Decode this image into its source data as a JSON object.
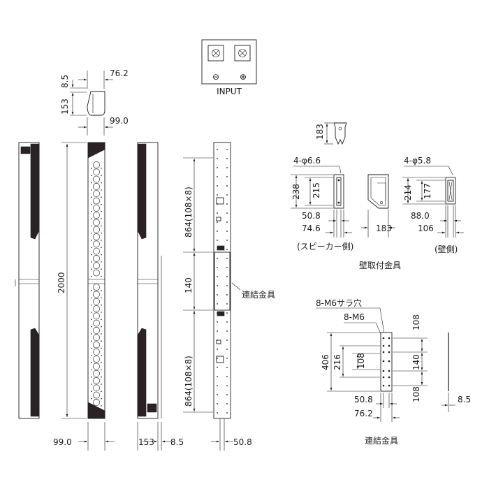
{
  "input_panel": {
    "title": "INPUT",
    "minus": "⊖",
    "plus": "⊕"
  },
  "cap_detail": {
    "top_offset": "8.5",
    "top_width": "76.2",
    "height": "153",
    "bottom_width": "99.0"
  },
  "speaker_views": {
    "total_height": "2000",
    "front_width": "99.0",
    "side_depth": "153",
    "side_offset": "8.5"
  },
  "rear_view": {
    "upper_span": "864(108×8)",
    "lower_span": "864(108×8)",
    "middle_span": "140",
    "joint_label": "連結金具",
    "bottom_width": "50.8"
  },
  "wall_bracket": {
    "top_height": "183",
    "speaker_holes": "4-φ6.6",
    "wall_holes": "4-φ5.8",
    "speaker_outer_height": "238",
    "speaker_inner_height": "215",
    "wall_outer_height": "214",
    "wall_inner_height": "177",
    "speaker_inner_width": "50.8",
    "speaker_outer_width": "74.6",
    "depth": "183",
    "wall_inner_width": "88.0",
    "wall_outer_width": "106",
    "speaker_side_label": "(スピーカー側)",
    "wall_side_label": "(壁側)",
    "title": "壁取付金具"
  },
  "joint_bracket": {
    "countersunk_label": "8-M6サラ穴",
    "thread_label": "8-M6",
    "outer_height": "406",
    "middle_height": "216",
    "inner_height": "108",
    "spacing_top": "108",
    "spacing_mid": "140",
    "spacing_bottom": "108",
    "inner_width": "50.8",
    "outer_width": "76.2",
    "thickness": "8.5",
    "title": "連結金具"
  }
}
